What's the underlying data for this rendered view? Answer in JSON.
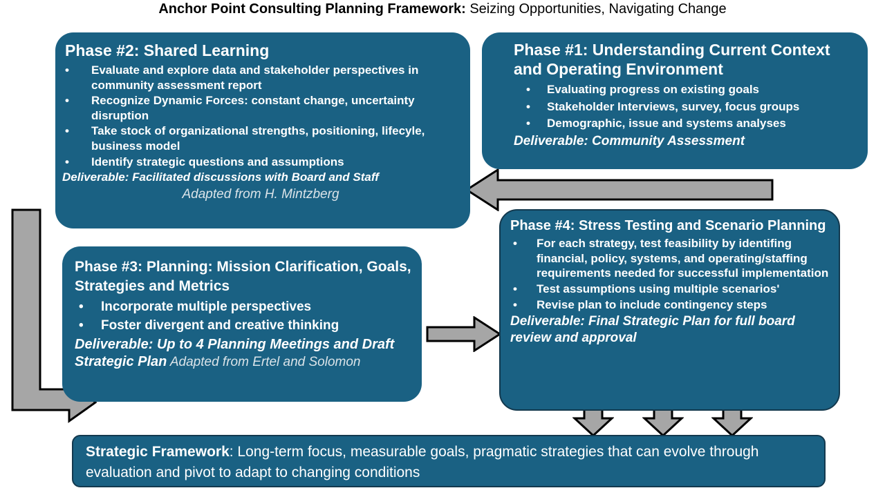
{
  "title": {
    "bold": "Anchor Point Consulting Planning Framework:",
    "regular": " Seizing Opportunities, Navigating Change"
  },
  "colors": {
    "box_fill": "#1A6183",
    "box_border": "#13394E",
    "arrow_fill": "#A6A6A6",
    "arrow_stroke": "#000000",
    "text": "#FFFFFF",
    "muted_text": "#DBE4E9",
    "title_text": "#000000",
    "page_background": "#FFFFFF"
  },
  "phase1": {
    "title": "Phase #1: Understanding Current Context and Operating Environment",
    "title_line1": "Phase #1: Understanding Current Context",
    "title_line2": "and Operating Environment",
    "bullets": [
      "Evaluating progress on existing goals",
      "Stakeholder Interviews, survey, focus groups",
      "Demographic, issue and systems analyses"
    ],
    "deliverable": "Deliverable: Community Assessment"
  },
  "phase2": {
    "title": "Phase #2: Shared Learning",
    "bullets": [
      "Evaluate and explore data and stakeholder perspectives in community assessment report",
      "Recognize Dynamic Forces: constant change, uncertainty disruption",
      "Take stock of organizational strengths, positioning, lifecyle, business model",
      "Identify strategic questions and assumptions"
    ],
    "bullet2_line1": "Recognize Dynamic Forces: constant change, uncertainty",
    "bullet2_line2": "disruption",
    "deliverable": "Deliverable: Facilitated discussions with Board and Staff",
    "attribution": "Adapted from H. Mintzberg"
  },
  "phase3": {
    "title_bold": "Phase #3: Planning",
    "title_rest": ": Mission Clarification, Goals, Strategies and Metrics",
    "bullets": [
      "Incorporate multiple perspectives",
      "Foster divergent and creative thinking"
    ],
    "deliverable": "Deliverable: Up to 4 Planning Meetings and Draft Strategic Plan",
    "attribution": "Adapted from Ertel and Solomon"
  },
  "phase4": {
    "title": "Phase #4: Stress Testing and Scenario Planning",
    "bullets": [
      "For each strategy, test feasibility by identifing  financial, policy, systems, and operating/staffing requirements needed for successful implementation",
      "Test assumptions using multiple scenarios'",
      "Revise plan to include contingency steps"
    ],
    "deliverable": "Deliverable: Final Strategic Plan for full board review and approval"
  },
  "framework": {
    "label": "Strategic Framework",
    "text": ": Long-term focus, measurable goals, pragmatic strategies that can evolve through evaluation and pivot to adapt to changing conditions"
  },
  "arrows": [
    {
      "name": "arrow-phase1-to-phase2",
      "direction": "left"
    },
    {
      "name": "arrow-phase3-to-phase4",
      "direction": "right"
    },
    {
      "name": "arrow-phase2-to-phase3-elbow",
      "direction": "down-right"
    },
    {
      "name": "arrow-phase4-to-framework-1",
      "direction": "down"
    },
    {
      "name": "arrow-phase4-to-framework-2",
      "direction": "down"
    },
    {
      "name": "arrow-phase4-to-framework-3",
      "direction": "down"
    }
  ]
}
